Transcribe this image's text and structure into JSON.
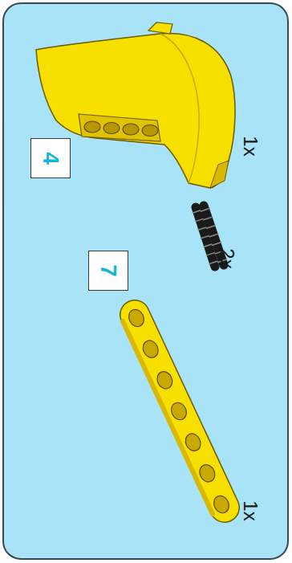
{
  "diagram": {
    "nodes": [
      {
        "text": [
          "4"
        ]
      },
      {
        "text": [
          "7"
        ]
      }
    ],
    "labels": [
      "1x",
      "2x",
      "1x"
    ]
  }
}
